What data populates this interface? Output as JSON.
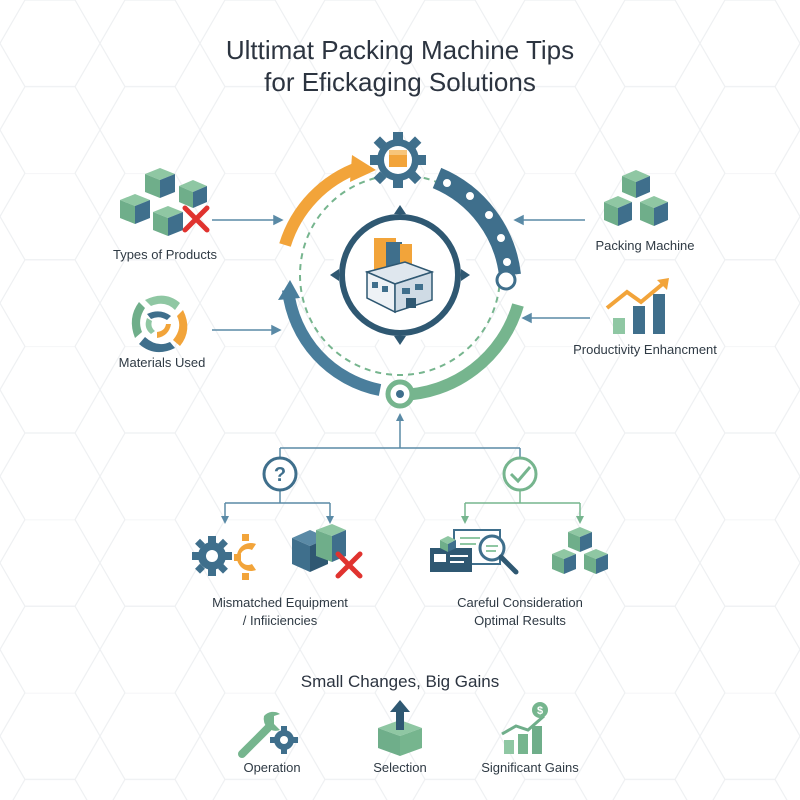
{
  "title": {
    "line1": "Ulttimat Packing Machine Tips",
    "line2": "for Efickaging Solutions"
  },
  "inputs": {
    "types_of_products": "Types of Products",
    "materials_used": "Materials Used",
    "packing_machine": "Packing Machine",
    "productivity": "Productivity Enhancment"
  },
  "branches": {
    "left_line1": "Mismatched Equipment",
    "left_line2": "/ Infiiciencies",
    "right_line1": "Careful Consideration",
    "right_line2": "Optimal Results"
  },
  "footer": {
    "heading": "Small Changes, Big Gains",
    "operation": "Operation",
    "selection": "Selection",
    "gains": "Significant Gains"
  },
  "colors": {
    "orange": "#f2a43a",
    "blue": "#4a7e9c",
    "green": "#76b58e",
    "navy": "#2f5872",
    "red": "#e0332f",
    "box_green": "#6fae8a",
    "box_blue": "#3f6f8c"
  },
  "icons": [
    "gear-box-icon",
    "box-stack-icon",
    "recycle-materials-icon",
    "growth-chart-icon",
    "question-icon",
    "check-icon",
    "gears-icon",
    "magnifier-document-icon",
    "wrench-gear-icon",
    "box-upload-icon",
    "dollar-chart-icon",
    "factory-icon"
  ]
}
